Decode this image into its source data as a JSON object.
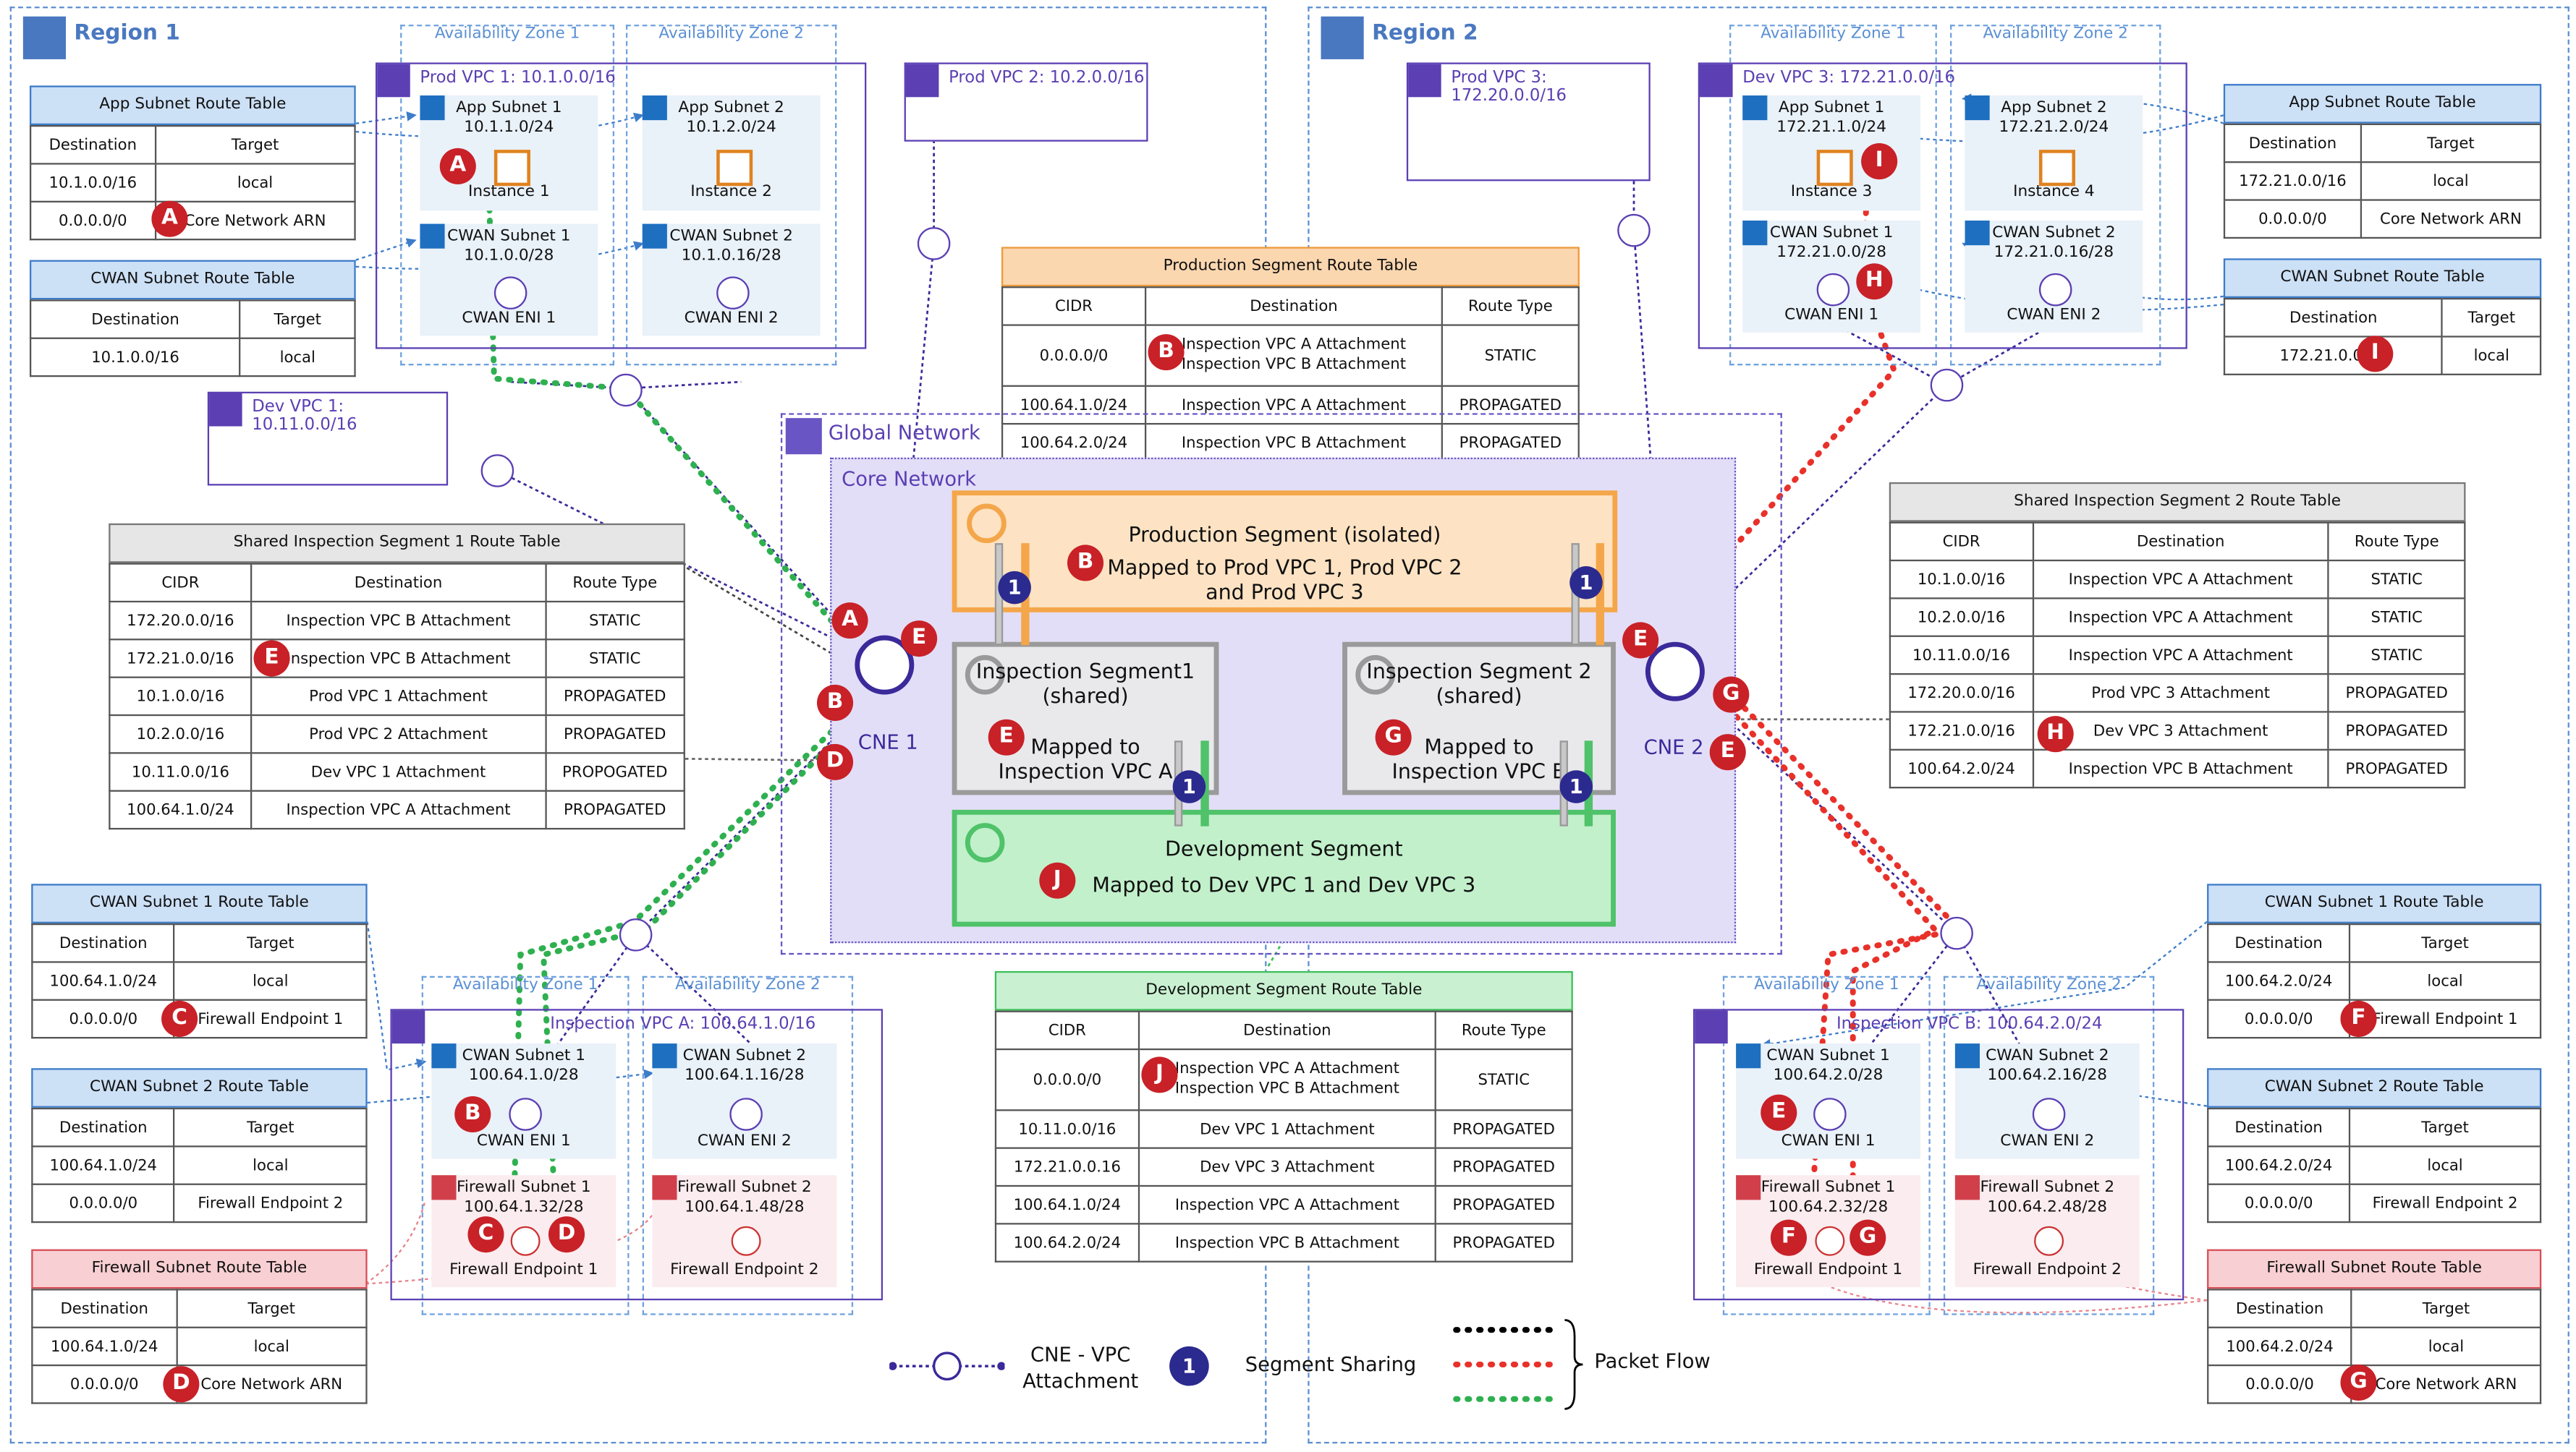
{
  "regions": {
    "region1": {
      "title": "Region 1"
    },
    "region2": {
      "title": "Region 2"
    }
  },
  "az_labels": {
    "az1": "Availability Zone 1",
    "az2": "Availability Zone 2"
  },
  "vpcs": {
    "prod_vpc1": {
      "title": "Prod VPC 1: 10.1.0.0/16",
      "app_subnet1": "App Subnet 1",
      "app_subnet1_cidr": "10.1.1.0/24",
      "instance1": "Instance 1",
      "app_subnet2": "App Subnet 2",
      "app_subnet2_cidr": "10.1.2.0/24",
      "instance2": "Instance 2",
      "cwan_subnet1": "CWAN Subnet 1",
      "cwan_subnet1_cidr": "10.1.0.0/28",
      "eni1": "CWAN ENI 1",
      "cwan_subnet2": "CWAN Subnet 2",
      "cwan_subnet2_cidr": "10.1.0.16/28",
      "eni2": "CWAN ENI 2"
    },
    "prod_vpc2": {
      "title": "Prod VPC 2: 10.2.0.0/16"
    },
    "dev_vpc1": {
      "title": "Dev VPC 1: 10.11.0.0/16"
    },
    "prod_vpc3": {
      "title": "Prod VPC 3: 172.20.0.0/16"
    },
    "dev_vpc3": {
      "title": "Dev VPC 3: 172.21.0.0/16",
      "app_subnet1": "App Subnet 1",
      "app_subnet1_cidr": "172.21.1.0/24",
      "instance3": "Instance 3",
      "app_subnet2": "App Subnet 2",
      "app_subnet2_cidr": "172.21.2.0/24",
      "instance4": "Instance 4",
      "cwan_subnet1": "CWAN Subnet 1",
      "cwan_subnet1_cidr": "172.21.0.0/28",
      "eni1": "CWAN ENI 1",
      "cwan_subnet2": "CWAN Subnet 2",
      "cwan_subnet2_cidr": "172.21.0.16/28",
      "eni2": "CWAN ENI 2"
    },
    "insp_vpc_a": {
      "title": "Inspection VPC A: 100.64.1.0/16",
      "cwan_subnet1": "CWAN Subnet 1",
      "cwan_subnet1_cidr": "100.64.1.0/28",
      "eni1": "CWAN ENI 1",
      "cwan_subnet2": "CWAN Subnet 2",
      "cwan_subnet2_cidr": "100.64.1.16/28",
      "eni2": "CWAN ENI 2",
      "fw_subnet1": "Firewall Subnet 1",
      "fw_subnet1_cidr": "100.64.1.32/28",
      "fw_ep1": "Firewall Endpoint 1",
      "fw_subnet2": "Firewall Subnet 2",
      "fw_subnet2_cidr": "100.64.1.48/28",
      "fw_ep2": "Firewall Endpoint 2"
    },
    "insp_vpc_b": {
      "title": "Inspection VPC B: 100.64.2.0/24",
      "cwan_subnet1": "CWAN Subnet 1",
      "cwan_subnet1_cidr": "100.64.2.0/28",
      "eni1": "CWAN ENI 1",
      "cwan_subnet2": "CWAN Subnet 2",
      "cwan_subnet2_cidr": "100.64.2.16/28",
      "eni2": "CWAN ENI 2",
      "fw_subnet1": "Firewall Subnet 1",
      "fw_subnet1_cidr": "100.64.2.32/28",
      "fw_ep1": "Firewall Endpoint 1",
      "fw_subnet2": "Firewall Subnet 2",
      "fw_subnet2_cidr": "100.64.2.48/28",
      "fw_ep2": "Firewall Endpoint 2"
    }
  },
  "global_network": {
    "title": "Global Network",
    "core_network": "Core Network",
    "cne1": "CNE 1",
    "cne2": "CNE 2",
    "production_segment": {
      "line1": "Production Segment (isolated)",
      "line2": "Mapped to Prod VPC 1, Prod VPC 2",
      "line3": "and Prod VPC 3"
    },
    "inspection1": {
      "line1": "Inspection Segment1",
      "line2": "(shared)",
      "line3": "Mapped to",
      "line4": "Inspection VPC A"
    },
    "inspection2": {
      "line1": "Inspection Segment 2",
      "line2": "(shared)",
      "line3": "Mapped to",
      "line4": "Inspection VPC B"
    },
    "development_segment": {
      "line1": "Development Segment",
      "line2": "Mapped to Dev VPC 1 and Dev VPC 3"
    }
  },
  "badge_letters": {
    "a": "A",
    "b": "B",
    "c": "C",
    "d": "D",
    "e": "E",
    "f": "F",
    "g": "G",
    "h": "H",
    "i": "I",
    "j": "J"
  },
  "segment_sharing_number": "1",
  "tables": {
    "r1_app": {
      "title": "App Subnet Route Table",
      "headers": [
        "Destination",
        "Target"
      ],
      "rows": [
        [
          "10.1.0.0/16",
          "local"
        ],
        [
          "0.0.0.0/0",
          "Core Network ARN"
        ]
      ]
    },
    "r1_cwan": {
      "title": "CWAN Subnet Route Table",
      "headers": [
        "Destination",
        "Target"
      ],
      "rows": [
        [
          "10.1.0.0/16",
          "local"
        ]
      ]
    },
    "shared1": {
      "title": "Shared Inspection Segment 1 Route Table",
      "headers": [
        "CIDR",
        "Destination",
        "Route Type"
      ],
      "rows": [
        [
          "172.20.0.0/16",
          "Inspection VPC B Attachment",
          "STATIC"
        ],
        [
          "172.21.0.0/16",
          "Inspection VPC B Attachment",
          "STATIC"
        ],
        [
          "10.1.0.0/16",
          "Prod VPC 1 Attachment",
          "PROPAGATED"
        ],
        [
          "10.2.0.0/16",
          "Prod VPC 2 Attachment",
          "PROPAGATED"
        ],
        [
          "10.11.0.0/16",
          "Dev VPC 1 Attachment",
          "PROPOGATED"
        ],
        [
          "100.64.1.0/24",
          "Inspection VPC A Attachment",
          "PROPAGATED"
        ]
      ]
    },
    "r1_cwan1": {
      "title": "CWAN Subnet 1 Route Table",
      "headers": [
        "Destination",
        "Target"
      ],
      "rows": [
        [
          "100.64.1.0/24",
          "local"
        ],
        [
          "0.0.0.0/0",
          "Firewall Endpoint 1"
        ]
      ]
    },
    "r1_cwan2": {
      "title": "CWAN Subnet 2  Route Table",
      "headers": [
        "Destination",
        "Target"
      ],
      "rows": [
        [
          "100.64.1.0/24",
          "local"
        ],
        [
          "0.0.0.0/0",
          "Firewall Endpoint 2"
        ]
      ]
    },
    "r1_fw": {
      "title": "Firewall Subnet Route Table",
      "headers": [
        "Destination",
        "Target"
      ],
      "rows": [
        [
          "100.64.1.0/24",
          "local"
        ],
        [
          "0.0.0.0/0",
          "Core Network ARN"
        ]
      ]
    },
    "prod_seg": {
      "title": "Production Segment  Route Table",
      "headers": [
        "CIDR",
        "Destination",
        "Route Type"
      ],
      "rows": [
        [
          "0.0.0.0/0",
          "Inspection VPC A Attachment\nInspection VPC B Attachment",
          "STATIC"
        ],
        [
          "100.64.1.0/24",
          "Inspection VPC A Attachment",
          "PROPAGATED"
        ],
        [
          "100.64.2.0/24",
          "Inspection VPC B Attachment",
          "PROPAGATED"
        ]
      ]
    },
    "dev_seg": {
      "title": "Development Segment  Route Table",
      "headers": [
        "CIDR",
        "Destination",
        "Route Type"
      ],
      "rows": [
        [
          "0.0.0.0/0",
          "Inspection VPC A Attachment\nInspection VPC B Attachment",
          "STATIC"
        ],
        [
          "10.11.0.0/16",
          "Dev VPC 1 Attachment",
          "PROPAGATED"
        ],
        [
          "172.21.0.0.16",
          "Dev VPC 3 Attachment",
          "PROPAGATED"
        ],
        [
          "100.64.1.0/24",
          "Inspection VPC A Attachment",
          "PROPAGATED"
        ],
        [
          "100.64.2.0/24",
          "Inspection VPC B Attachment",
          "PROPAGATED"
        ]
      ]
    },
    "r2_app": {
      "title": "App Subnet Route Table",
      "headers": [
        "Destination",
        "Target"
      ],
      "rows": [
        [
          "172.21.0.0/16",
          "local"
        ],
        [
          "0.0.0.0/0",
          "Core Network ARN"
        ]
      ]
    },
    "r2_cwan": {
      "title": "CWAN Subnet Route Table",
      "headers": [
        "Destination",
        "Target"
      ],
      "rows": [
        [
          "172.21.0.0/16",
          "local"
        ]
      ]
    },
    "shared2": {
      "title": "Shared Inspection Segment 2 Route Table",
      "headers": [
        "CIDR",
        "Destination",
        "Route Type"
      ],
      "rows": [
        [
          "10.1.0.0/16",
          "Inspection VPC A Attachment",
          "STATIC"
        ],
        [
          "10.2.0.0/16",
          "Inspection VPC A Attachment",
          "STATIC"
        ],
        [
          "10.11.0.0/16",
          "Inspection VPC A Attachment",
          "STATIC"
        ],
        [
          "172.20.0.0/16",
          "Prod VPC 3 Attachment",
          "PROPAGATED"
        ],
        [
          "172.21.0.0/16",
          "Dev VPC 3 Attachment",
          "PROPAGATED"
        ],
        [
          "100.64.2.0/24",
          "Inspection VPC B Attachment",
          "PROPAGATED"
        ]
      ]
    },
    "r2_cwan1": {
      "title": "CWAN Subnet 1 Route Table",
      "headers": [
        "Destination",
        "Target"
      ],
      "rows": [
        [
          "100.64.2.0/24",
          "local"
        ],
        [
          "0.0.0.0/0",
          "Firewall Endpoint 1"
        ]
      ]
    },
    "r2_cwan2": {
      "title": "CWAN Subnet 2 Route Table",
      "headers": [
        "Destination",
        "Target"
      ],
      "rows": [
        [
          "100.64.2.0/24",
          "local"
        ],
        [
          "0.0.0.0/0",
          "Firewall Endpoint 2"
        ]
      ]
    },
    "r2_fw": {
      "title": "Firewall Subnet Route Table",
      "headers": [
        "Destination",
        "Target"
      ],
      "rows": [
        [
          "100.64.2.0/24",
          "local"
        ],
        [
          "0.0.0.0/0",
          "Core Network ARN"
        ]
      ]
    }
  },
  "legend": {
    "attachment_line1": "CNE - VPC",
    "attachment_line2": "Attachment",
    "sharing": "Segment Sharing",
    "number": "1",
    "packet_flow": "Packet Flow"
  },
  "colors": {
    "vpc_purple": "#5b3fb3",
    "region_blue": "#4a78c0",
    "badge_red": "#c82127",
    "flow_black": "#000000",
    "flow_red": "#e8312a",
    "flow_green": "#2fb050",
    "production_orange": "#f4a64a",
    "development_green": "#4fc26a",
    "inspection_gray": "#9a9a9a"
  }
}
